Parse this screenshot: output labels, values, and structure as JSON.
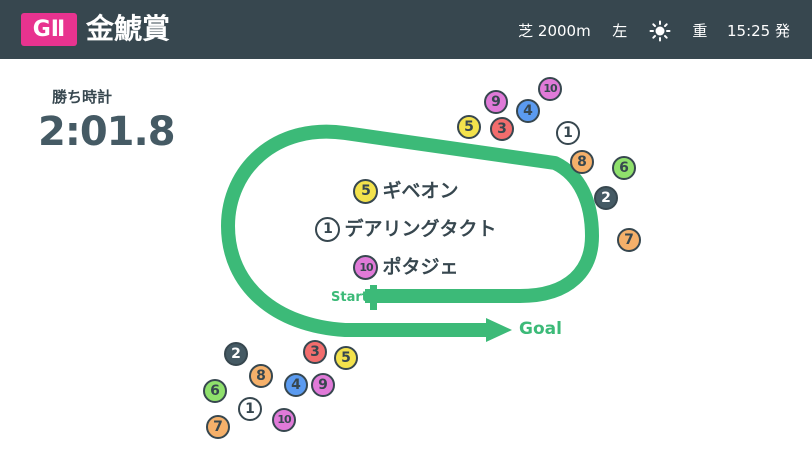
{
  "header": {
    "grade": "GⅡ",
    "race_name": "金鯱賞",
    "surface_distance": "芝 2000m",
    "direction": "左",
    "weather_icon": "sun-icon",
    "track_condition": "重",
    "post_time": "15:25 発"
  },
  "winning_time": {
    "label": "勝ち時計",
    "value": "2:01.8"
  },
  "course": {
    "start_label": "Start",
    "goal_label": "Goal",
    "track_color": "#3cba78"
  },
  "results": [
    {
      "number": "5",
      "color": "#f3e24c",
      "name": "ギベオン"
    },
    {
      "number": "1",
      "color": "#ffffff",
      "name": "デアリングタクト"
    },
    {
      "number": "10",
      "color": "#e07ad8",
      "name": "ポタジェ"
    }
  ],
  "horse_colors": {
    "1": "#ffffff",
    "2": "#455a64",
    "3": "#f26d6d",
    "4": "#5b9bf0",
    "5": "#f3e24c",
    "6": "#8fe06c",
    "7": "#f5b06a",
    "8": "#f5b06a",
    "9": "#e07ad8",
    "10": "#e07ad8"
  },
  "top_group": [
    "10",
    "9",
    "4",
    "5",
    "3",
    "1",
    "8",
    "6",
    "2",
    "7"
  ],
  "bottom_group": [
    "2",
    "3",
    "5",
    "8",
    "6",
    "4",
    "9",
    "1",
    "7",
    "10"
  ]
}
